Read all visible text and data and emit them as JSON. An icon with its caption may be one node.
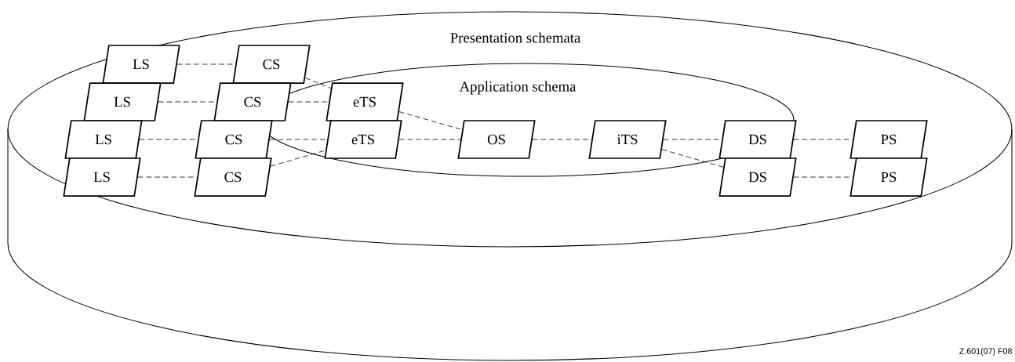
{
  "diagram": {
    "nodes": [
      {
        "text": [
          "Presentation schemata"
        ]
      },
      {
        "text": [
          "Application schema"
        ],
        "in": 0
      },
      {
        "text": [
          "LS"
        ],
        "in": 0
      },
      {
        "text": [
          "CS"
        ],
        "in": 0
      },
      {
        "text": [
          "LS"
        ],
        "in": 0
      },
      {
        "text": [
          "CS"
        ],
        "in": 0
      },
      {
        "text": [
          "eTS"
        ],
        "in": 1
      },
      {
        "text": [
          "LS"
        ],
        "in": 0
      },
      {
        "text": [
          "CS"
        ],
        "in": 0
      },
      {
        "text": [
          "eTS"
        ],
        "in": 1
      },
      {
        "text": [
          "OS"
        ],
        "in": 1
      },
      {
        "text": [
          "iTS"
        ],
        "in": 1
      },
      {
        "text": [
          "DS"
        ],
        "in": 1
      },
      {
        "text": [
          "PS"
        ],
        "in": 0
      },
      {
        "text": [
          "LS"
        ],
        "in": 0
      },
      {
        "text": [
          "CS"
        ],
        "in": 0
      },
      {
        "text": [
          "DS"
        ],
        "in": 0
      },
      {
        "text": [
          "PS"
        ],
        "in": 0
      }
    ],
    "edges": [
      {
        "from": 2,
        "to": 3,
        "arrow": "none"
      },
      {
        "from": 4,
        "to": 5,
        "arrow": "none"
      },
      {
        "from": 7,
        "to": 8,
        "arrow": "none"
      },
      {
        "from": 14,
        "to": 15,
        "arrow": "none"
      },
      {
        "from": 3,
        "to": 6,
        "arrow": "none"
      },
      {
        "from": 5,
        "to": 6,
        "arrow": "none"
      },
      {
        "from": 8,
        "to": 9,
        "arrow": "none"
      },
      {
        "from": 15,
        "to": 9,
        "arrow": "none"
      },
      {
        "from": 6,
        "to": 10,
        "arrow": "none"
      },
      {
        "from": 9,
        "to": 10,
        "arrow": "none"
      },
      {
        "from": 10,
        "to": 11,
        "arrow": "none"
      },
      {
        "from": 11,
        "to": 12,
        "arrow": "none"
      },
      {
        "from": 11,
        "to": 16,
        "arrow": "none"
      },
      {
        "from": 12,
        "to": 13,
        "arrow": "none"
      },
      {
        "from": 16,
        "to": 17,
        "arrow": "none"
      }
    ],
    "labels": [
      "Z.601(07) F08"
    ]
  }
}
